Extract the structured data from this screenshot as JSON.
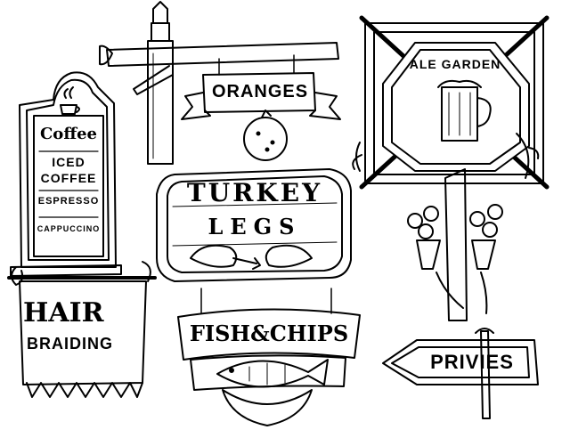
{
  "palette": {
    "ink": "#000000",
    "paper": "#ffffff"
  },
  "signs": {
    "coffee": {
      "lines": [
        "Coffee",
        "ICED",
        "COFFEE",
        "ESPRESSO",
        "CAPPUCCINO"
      ],
      "icon": "coffee-cup-icon"
    },
    "oranges": {
      "label": "ORANGES",
      "icon": "orange-fruit-icon"
    },
    "ale_garden": {
      "label": "ALE GARDEN",
      "icon": "beer-mug-icon"
    },
    "turkey_legs": {
      "line1": "TURKEY",
      "line2": "LEGS",
      "icon": "turkey-leg-icon"
    },
    "hair_braiding": {
      "line1": "HAIR",
      "line2": "BRAIDING"
    },
    "fish_chips": {
      "label": "FISH&CHIPS",
      "icon": "fish-icon"
    },
    "privies": {
      "label": "PRIVIES",
      "icon": "arrow-sign-icon"
    }
  }
}
